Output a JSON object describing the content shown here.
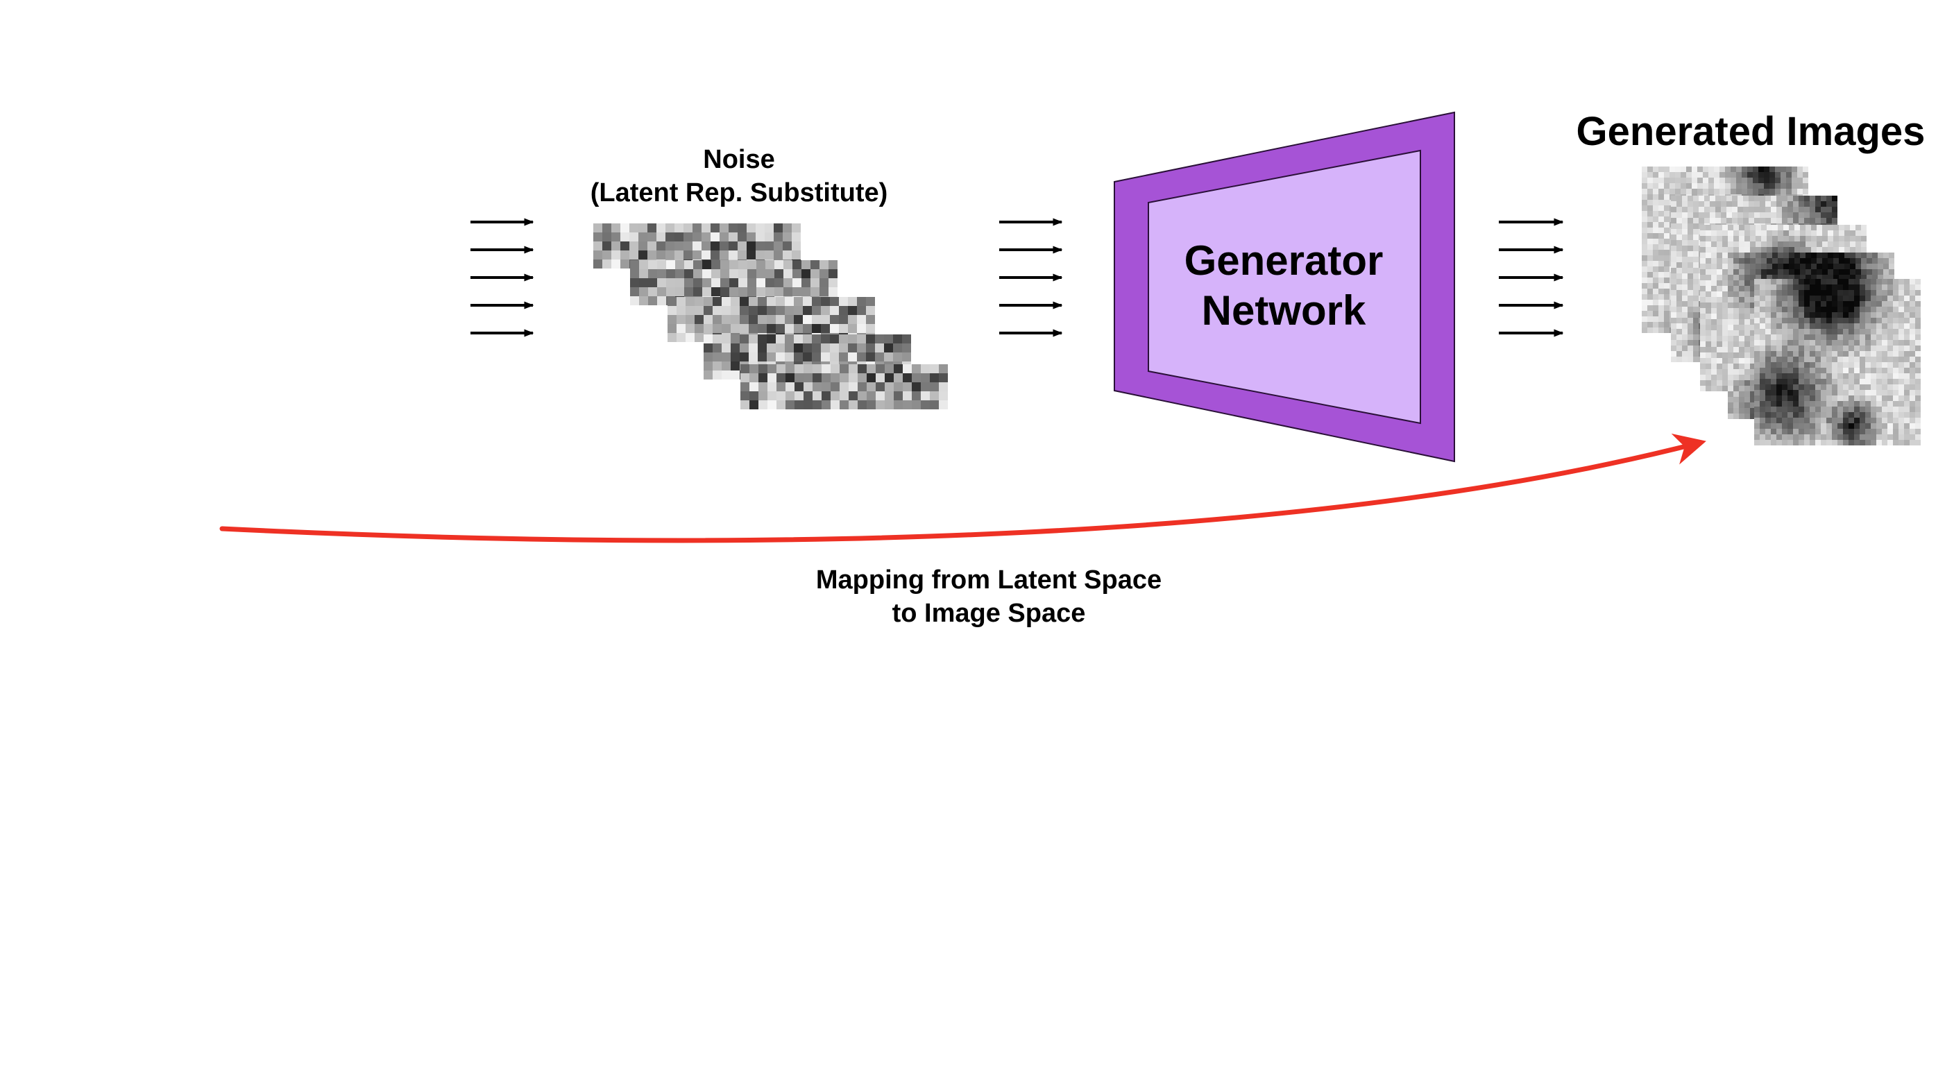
{
  "noise": {
    "title": "Noise",
    "subtitle": "(Latent Rep. Substitute)"
  },
  "generator": {
    "line1": "Generator",
    "line2": "Network",
    "outer_color": "#a653d6",
    "inner_color": "#d6b3fa"
  },
  "output": {
    "title": "Generated Images"
  },
  "mapping": {
    "line1": "Mapping from Latent Space",
    "line2": "to Image Space",
    "arrow_color": "#ee3124"
  },
  "icons": [
    "input-arrows-icon",
    "noise-grid-icon",
    "generated-image-icon",
    "mapping-arrow-icon"
  ]
}
